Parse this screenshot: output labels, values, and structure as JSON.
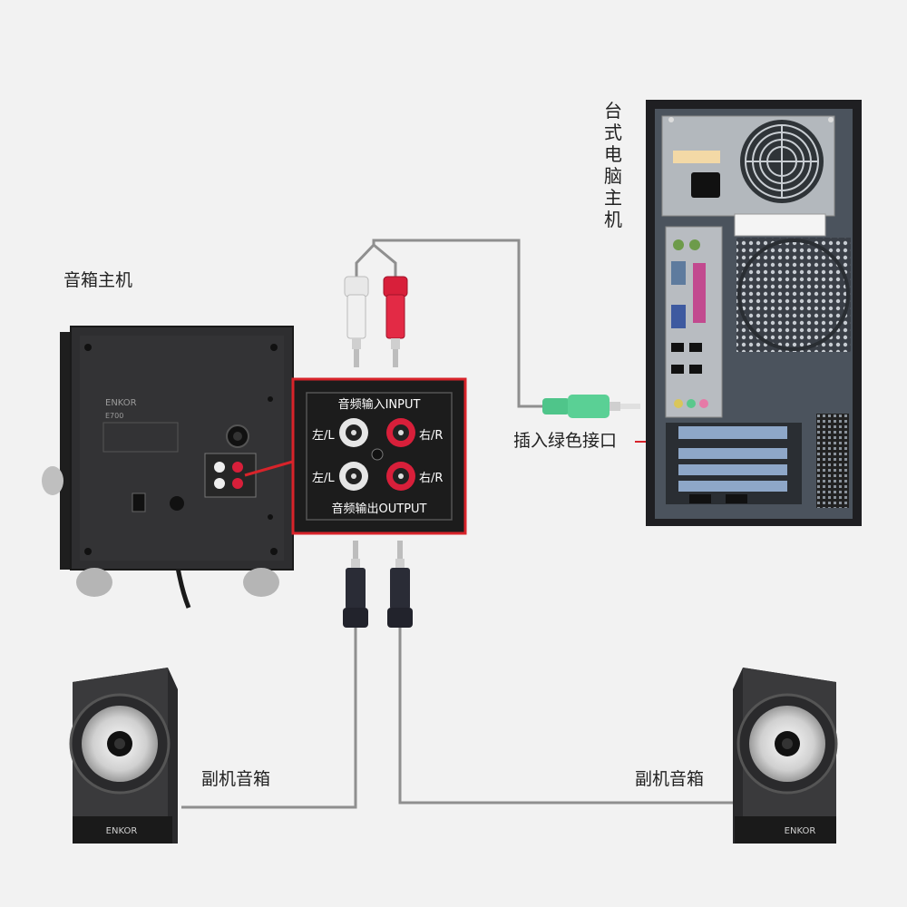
{
  "labels": {
    "main_unit": "音箱主机",
    "desktop_pc": "台式电脑主机",
    "plug_green": "插入绿色接口",
    "satellite_left": "副机音箱",
    "satellite_right": "副机音箱"
  },
  "panel": {
    "input_title": "音频输入INPUT",
    "output_title": "音频输出OUTPUT",
    "left_top": "左/L",
    "right_top": "右/R",
    "left_bottom": "左/L",
    "right_bottom": "右/R"
  },
  "brand": {
    "main_unit": "ENKOR",
    "model": "E700",
    "left_speaker": "ENKOR",
    "right_speaker": "ENKOR"
  },
  "colors": {
    "highlight_red": "#d8232a",
    "jack_green": "#4fc58a",
    "rca_red": "#d81f3a",
    "rca_white": "#eeeeee",
    "cable_gray": "#8f8f8f"
  }
}
